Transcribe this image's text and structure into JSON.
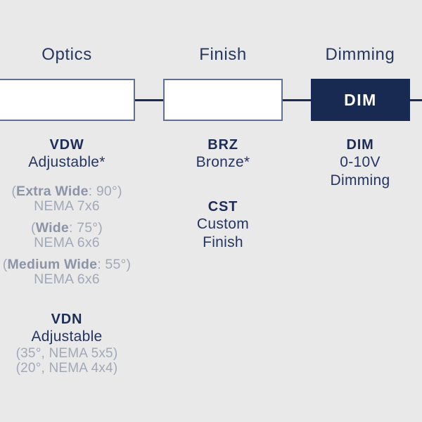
{
  "canvas": {
    "background": "#e9e9e9"
  },
  "colors": {
    "navy_text": "#24355f",
    "code_text": "#1d2d57",
    "header_text": "#26365e",
    "gray_text": "#a1a8b7",
    "gray_bold_text": "#8c94a7",
    "box_border": "#5e7094",
    "box_fill_white": "#ffffff",
    "dim_box_fill": "#182a52",
    "dim_box_text": "#ffffff",
    "connector_line": "#1c2b51"
  },
  "diagram": {
    "boxes": [
      {
        "value": ""
      },
      {
        "value": ""
      },
      {
        "value": "DIM"
      }
    ]
  },
  "columns": [
    {
      "header": "Optics",
      "entries": [
        {
          "code": "VDW",
          "name": "Adjustable*",
          "details": [
            {
              "pre": "(",
              "bold": "Extra Wide",
              "post": ": 90°)",
              "nema": "NEMA 7x6"
            },
            {
              "pre": "(",
              "bold": "Wide",
              "post": ": 75°)",
              "nema": "NEMA 6x6"
            },
            {
              "pre": "(",
              "bold": "Medium Wide",
              "post": ": 55°)",
              "nema": "NEMA 6x6"
            }
          ]
        },
        {
          "code": "VDN",
          "name": "Adjustable",
          "plain": [
            "(35°, NEMA 5x5)",
            "(20°, NEMA 4x4)"
          ]
        }
      ]
    },
    {
      "header": "Finish",
      "entries": [
        {
          "code": "BRZ",
          "name": "Bronze*"
        },
        {
          "code": "CST",
          "name": "Custom Finish"
        }
      ]
    },
    {
      "header": "Dimming",
      "entries": [
        {
          "code": "DIM",
          "name": "0-10V Dimming"
        }
      ]
    }
  ]
}
